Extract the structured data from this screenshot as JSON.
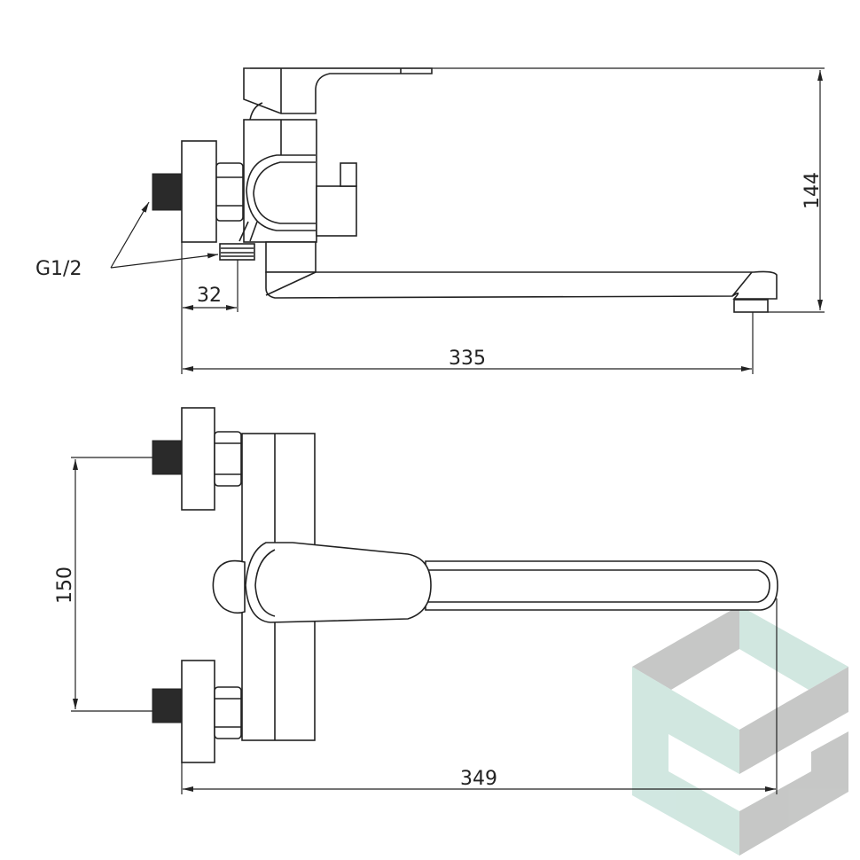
{
  "drawing": {
    "side_view": {
      "thread_label": "G1/2",
      "dim_inlet_offset": "32",
      "dim_projection": "335",
      "dim_height": "144"
    },
    "top_view": {
      "dim_centers": "150",
      "dim_total_length": "349"
    }
  },
  "watermark": {
    "colors": {
      "green": "#cfe6df",
      "gray": "#c4c5c4"
    }
  }
}
